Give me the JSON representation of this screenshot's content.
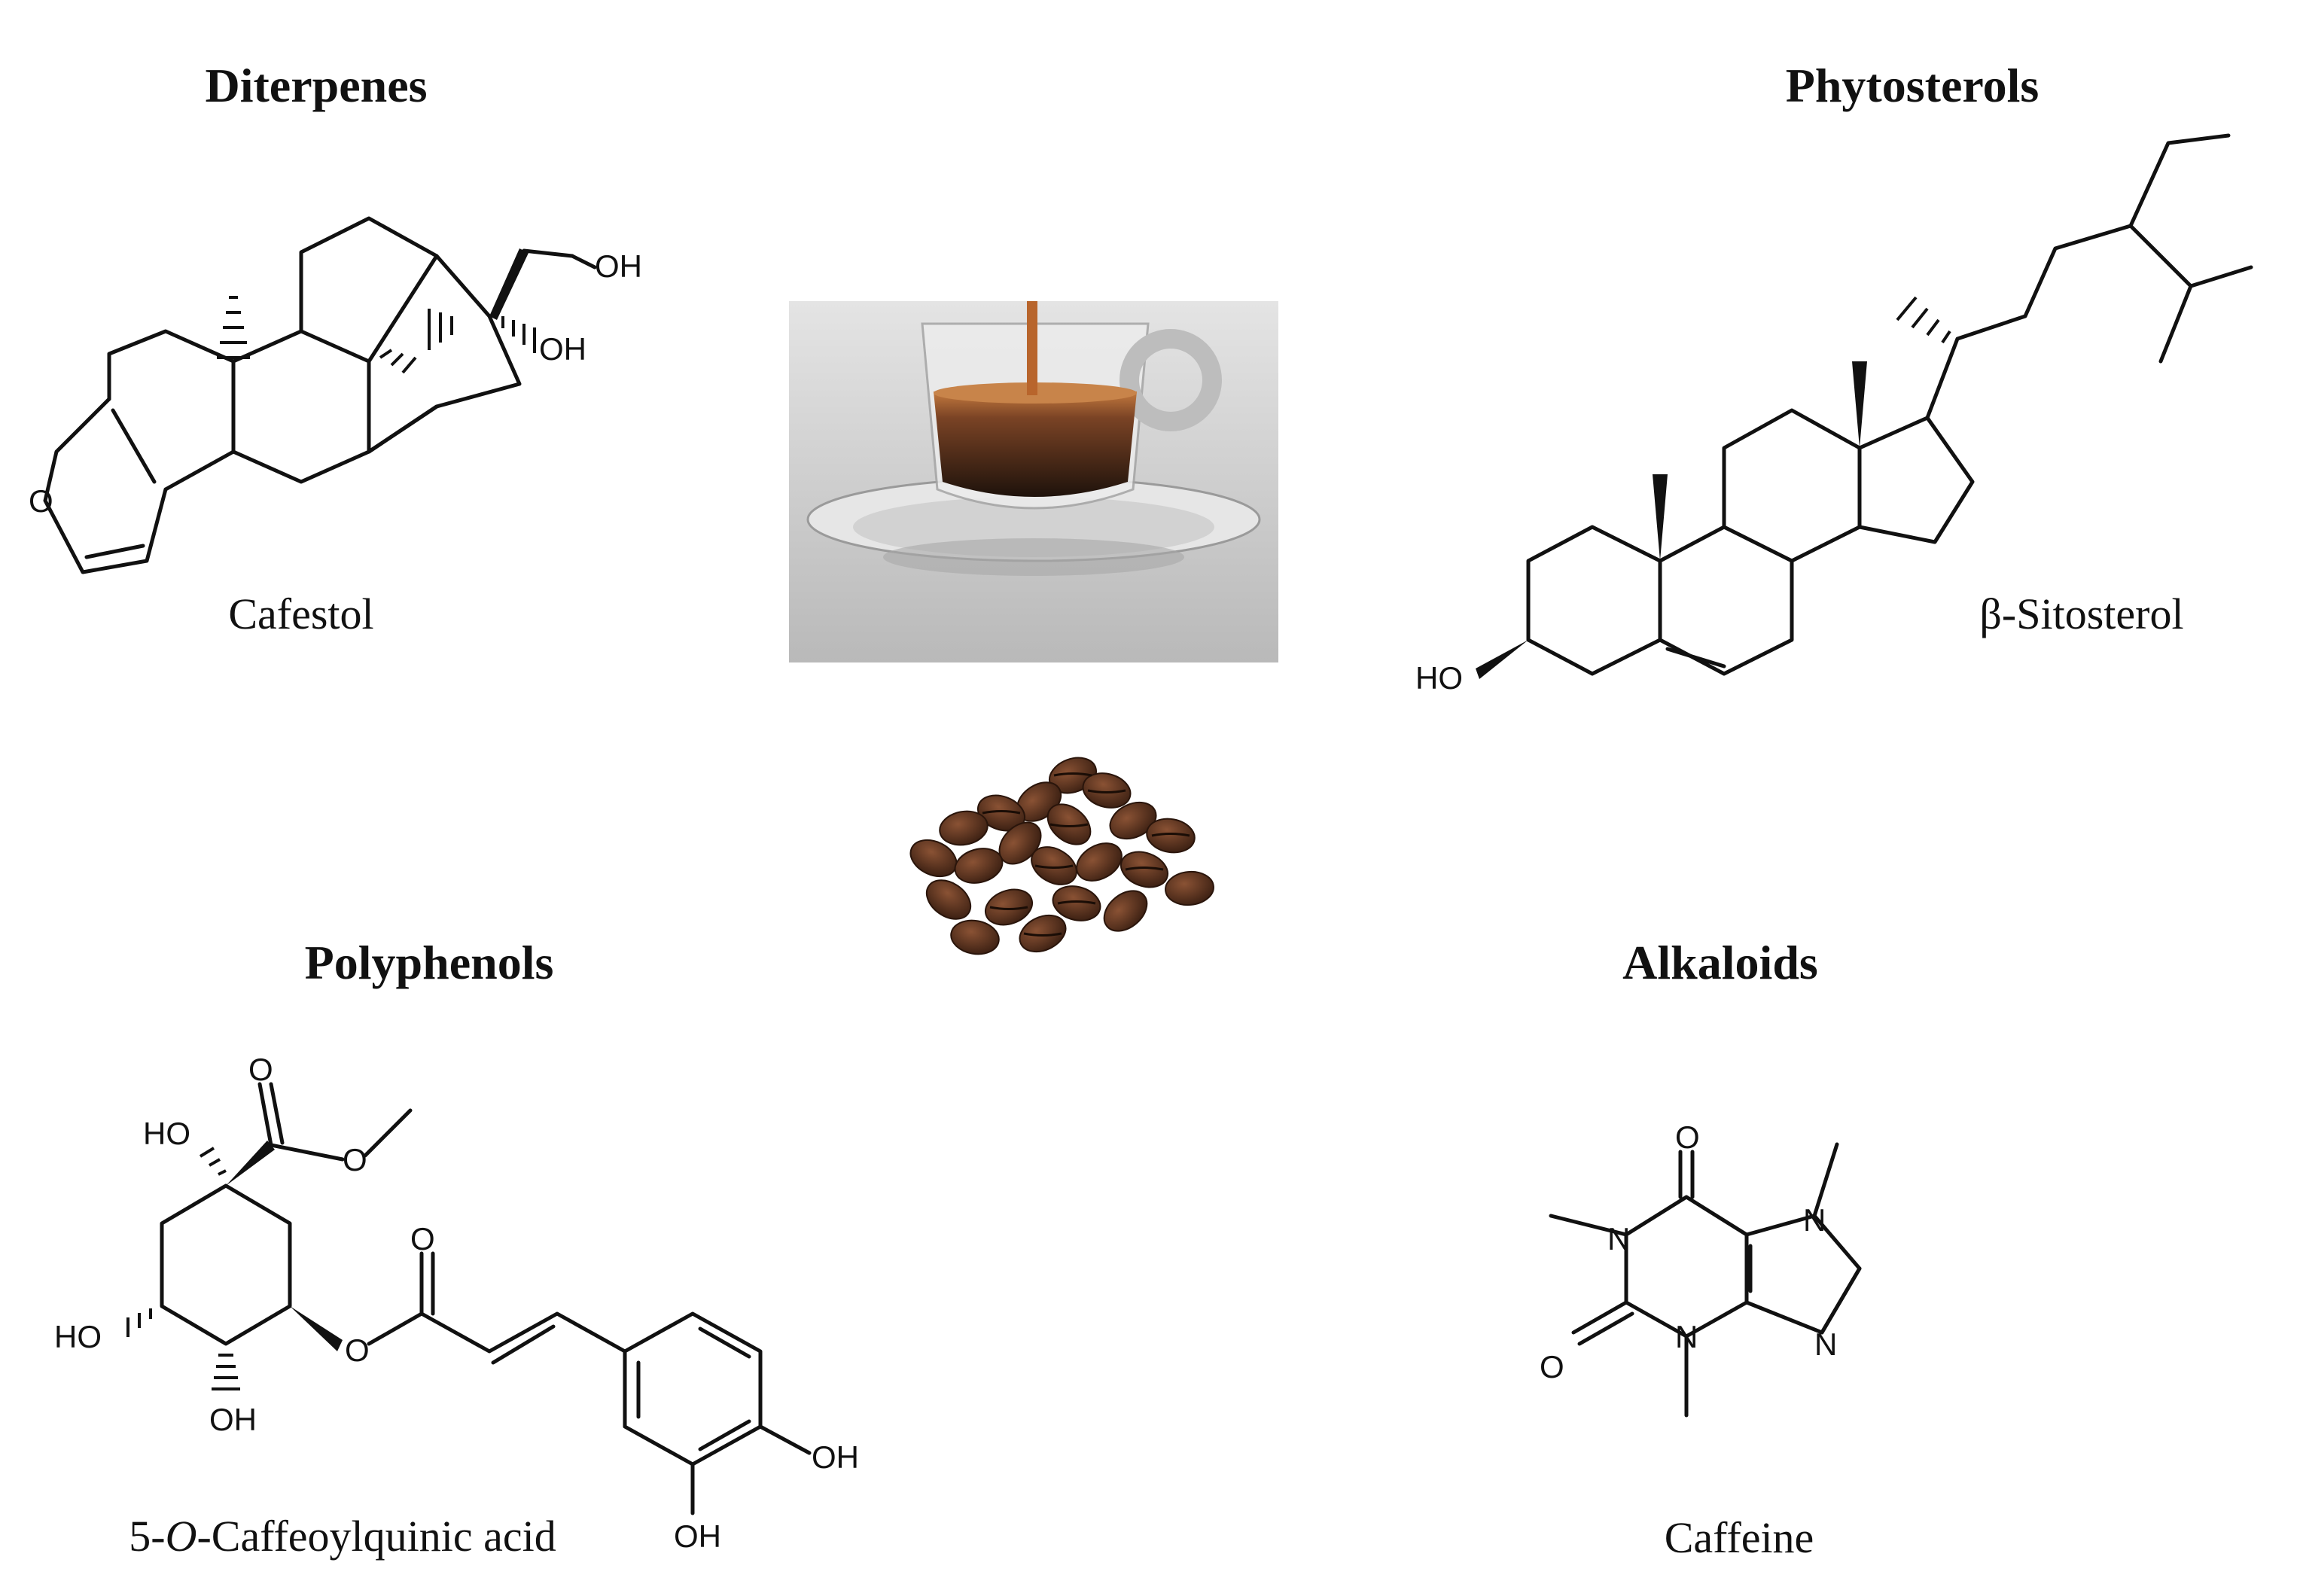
{
  "sections": {
    "diterpenes": {
      "heading": "Diterpenes",
      "compound": "Cafestol"
    },
    "phytosterols": {
      "heading": "Phytosterols",
      "compound": "β-Sitosterol"
    },
    "polyphenols": {
      "heading": "Polyphenols",
      "compound_prefix": "5-",
      "compound_italic": "O",
      "compound_suffix": "-Caffeoylquinic acid"
    },
    "alkaloids": {
      "heading": "Alkaloids",
      "compound": "Caffeine"
    }
  },
  "atoms": {
    "cafestol": {
      "oh1": "OH",
      "oh2": "OH",
      "o": "O"
    },
    "sitosterol": {
      "ho": "HO"
    },
    "cqa": {
      "ho_top": "HO",
      "o_carbonyl": "O",
      "o_ester": "O",
      "ho_left": "HO",
      "oh_bottom": "OH",
      "o_link": "O",
      "o_acyl": "O",
      "oh_ring1": "OH",
      "oh_ring2": "OH"
    },
    "caffeine": {
      "o_top": "O",
      "o_left": "O",
      "n1": "N",
      "n3": "N",
      "n7": "N",
      "n9": "N"
    }
  },
  "images": {
    "cup": "espresso-cup-photo",
    "beans": "coffee-beans-photo"
  },
  "colors": {
    "coffee_dark": "#3b2417",
    "coffee_mid": "#6b3f24",
    "crema": "#b86a34",
    "photo_bg": "#cfcfcf"
  }
}
